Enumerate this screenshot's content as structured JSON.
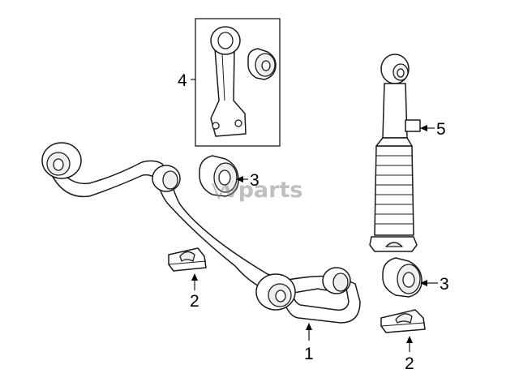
{
  "watermark": {
    "text": "vparts"
  },
  "callouts": {
    "stabilizer_bar": "1",
    "bracket_left": "2",
    "bracket_right": "2",
    "bushing_upper": "3",
    "bushing_lower": "3",
    "link_kit": "4",
    "shock_absorber": "5"
  },
  "colors": {
    "line": "#1a1a1a",
    "fill": "#ffffff",
    "watermark": "#8a8a8a"
  }
}
